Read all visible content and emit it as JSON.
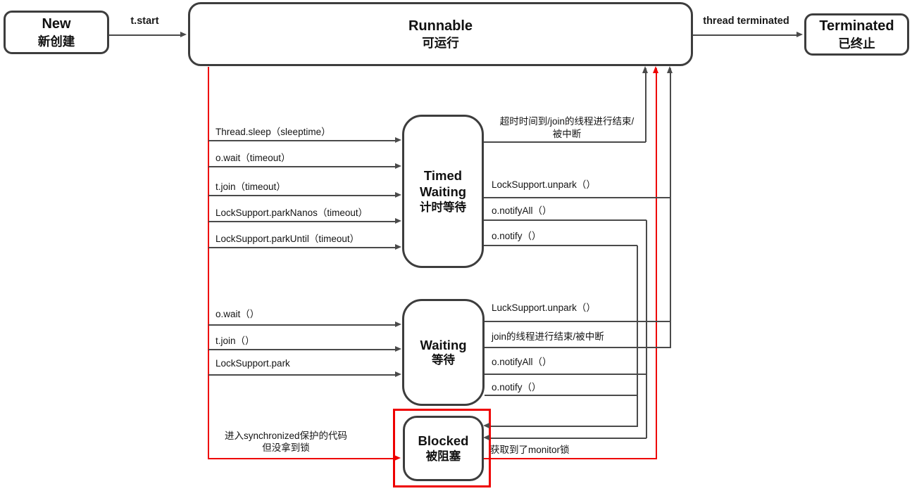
{
  "diagram": {
    "states": {
      "new": {
        "en": "New",
        "zh": "新创建"
      },
      "runnable": {
        "en": "Runnable",
        "zh": "可运行"
      },
      "terminated": {
        "en": "Terminated",
        "zh": "已终止"
      },
      "timed_waiting": {
        "en1": "Timed",
        "en2": "Waiting",
        "zh": "计时等待"
      },
      "waiting": {
        "en": "Waiting",
        "zh": "等待"
      },
      "blocked": {
        "en": "Blocked",
        "zh": "被阻塞"
      }
    },
    "transitions": {
      "t_start": "t.start",
      "thread_terminated": "thread terminated",
      "tw_in": [
        "Thread.sleep（sleeptime）",
        "o.wait（timeout）",
        "t.join（timeout）",
        "LockSupport.parkNanos（timeout）",
        "LockSupport.parkUntil（timeout）"
      ],
      "tw_out_timeout_line1": "超时时间到/join的线程进行结束/",
      "tw_out_timeout_line2": "被中断",
      "tw_out_unpark": "LockSupport.unpark（）",
      "tw_out_notifyall": "o.notifyAll（）",
      "tw_out_notify": "o.notify（）",
      "w_in": [
        "o.wait（）",
        "t.join（）",
        "LockSupport.park"
      ],
      "w_out_unpark": "LuckSupport.unpark（）",
      "w_out_join_end": "join的线程进行结束/被中断",
      "w_out_notifyall": "o.notifyAll（）",
      "w_out_notify": "o.notify（）",
      "blocked_in_line1": "进入synchronized保护的代码",
      "blocked_in_line2": "但没拿到锁",
      "blocked_out": "获取到了monitor锁"
    },
    "colors": {
      "box_border": "#3d3d3d",
      "line": "#4a4a4a",
      "accent_red": "#ee0000",
      "text": "#141414",
      "background": "#ffffff"
    }
  }
}
